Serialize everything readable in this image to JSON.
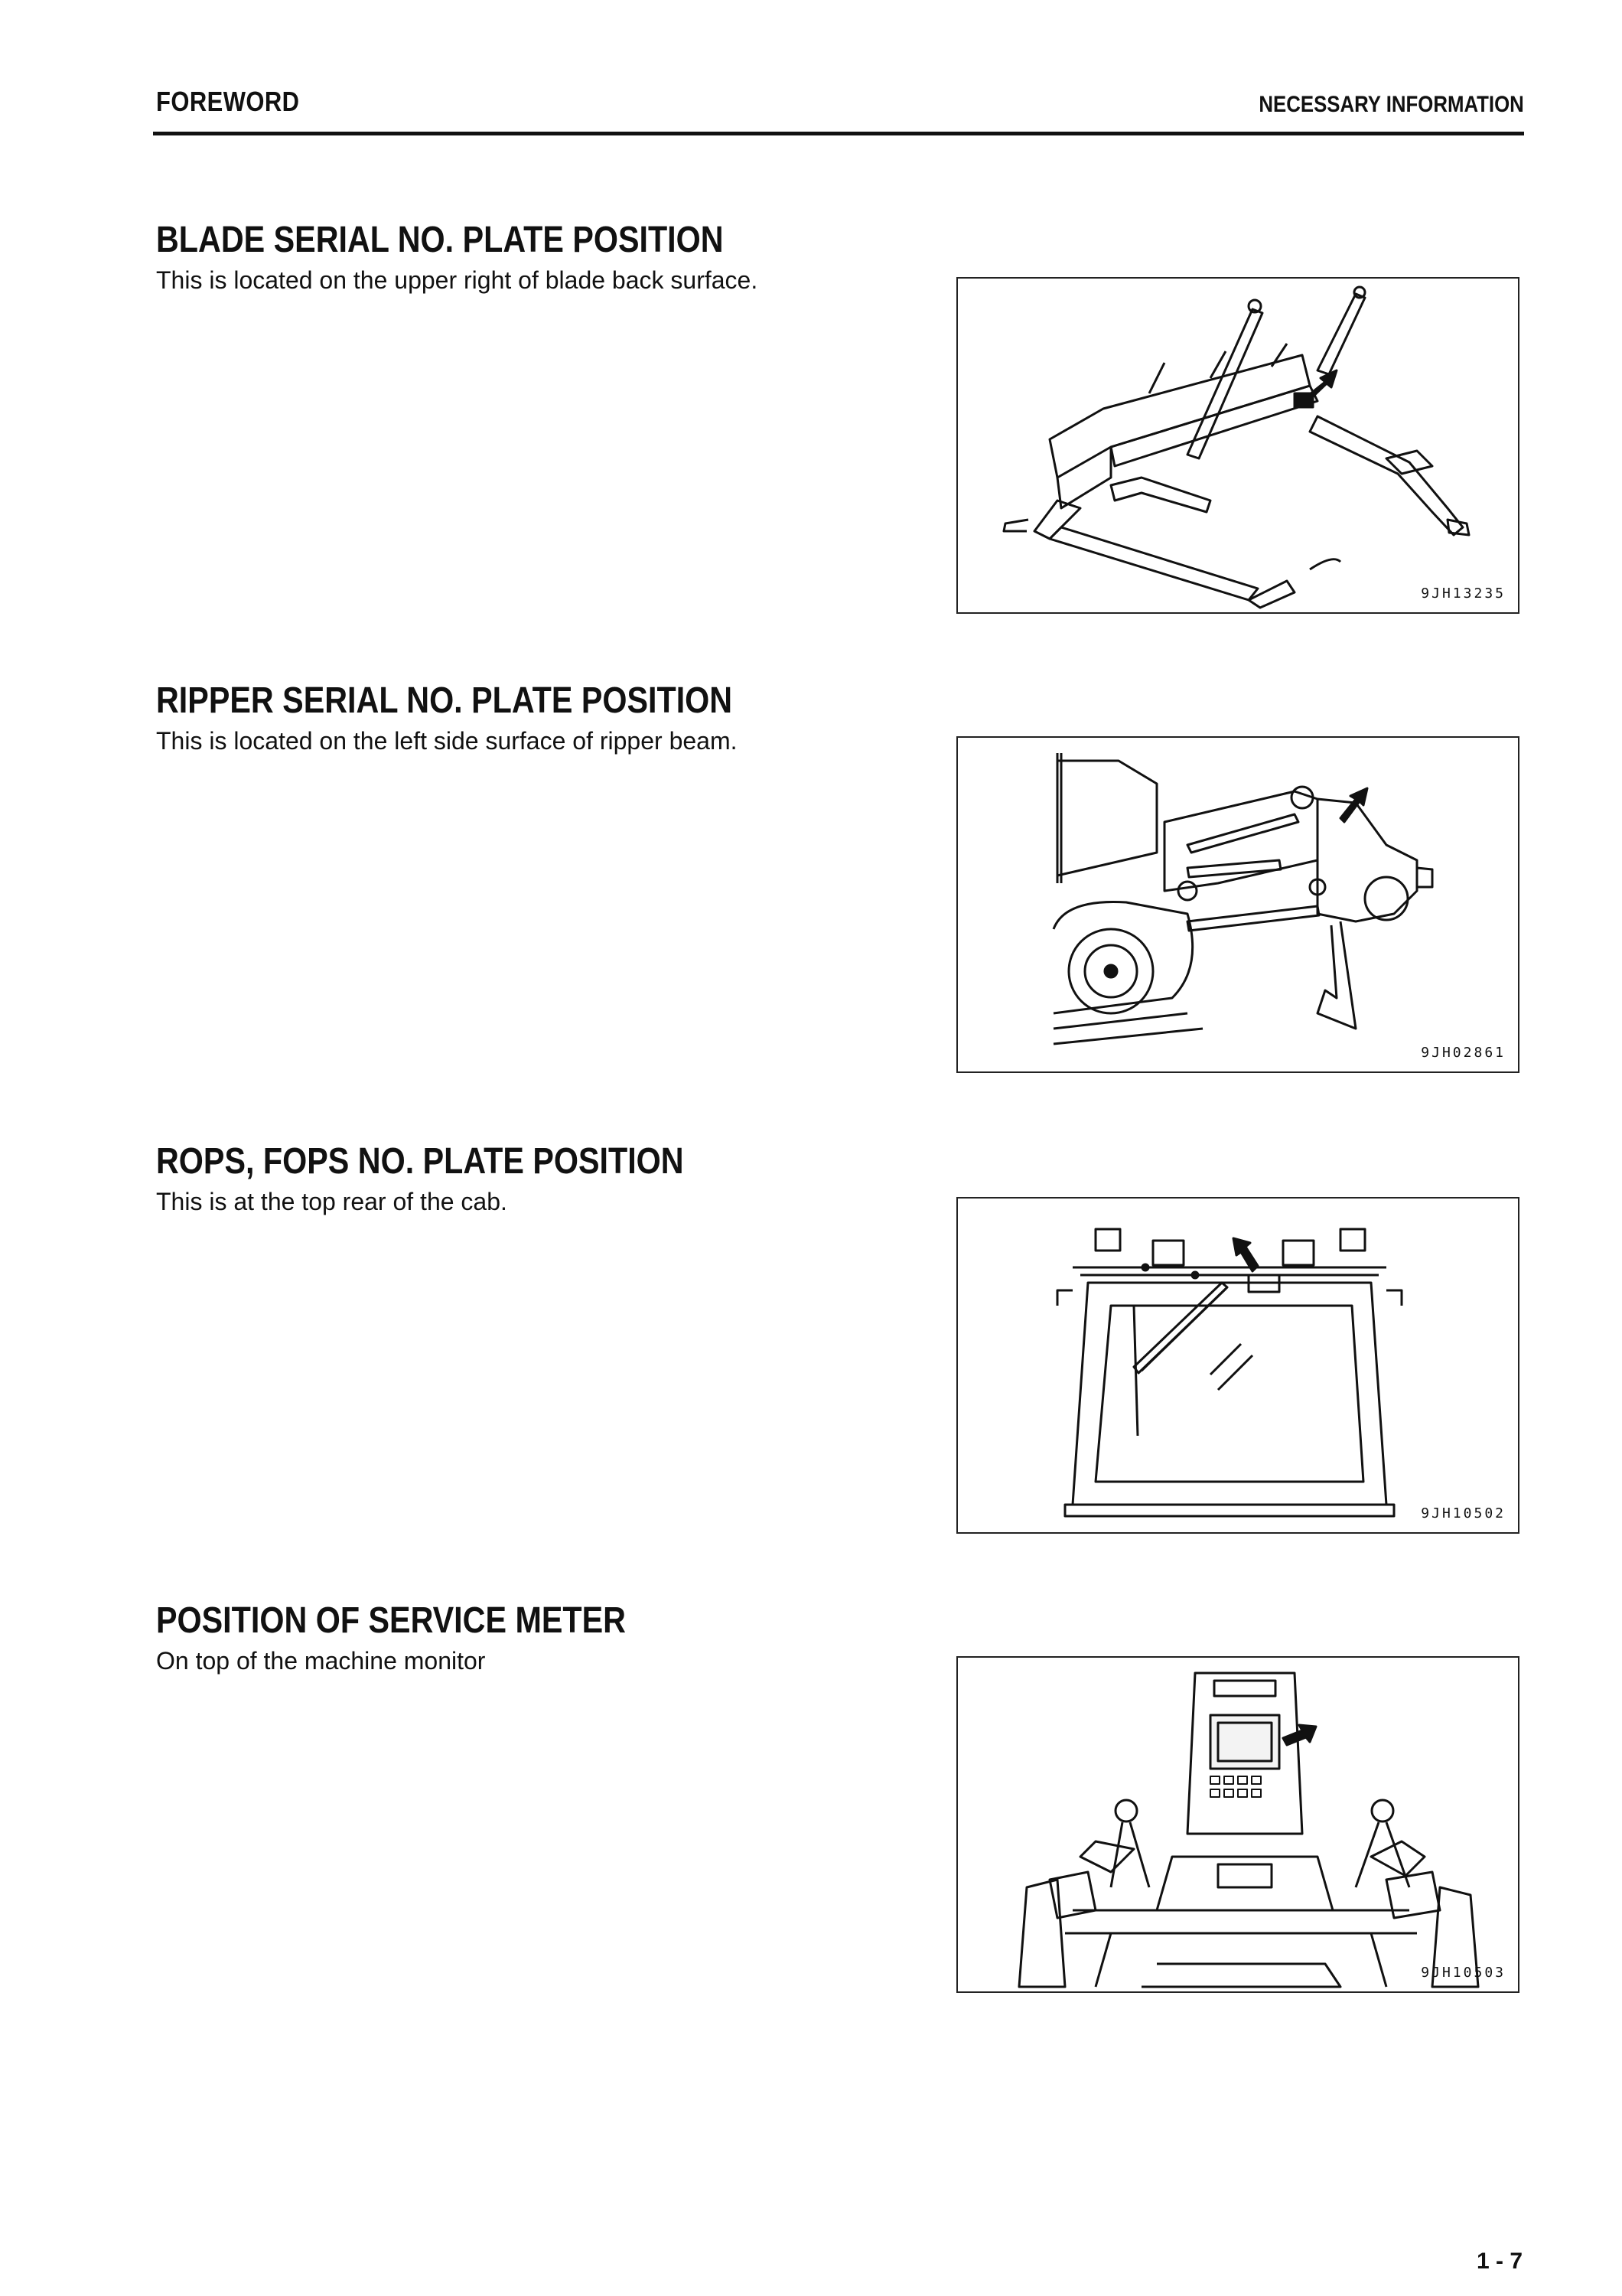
{
  "header": {
    "left": "FOREWORD",
    "right": "NECESSARY INFORMATION"
  },
  "sections": [
    {
      "title": "BLADE SERIAL NO. PLATE POSITION",
      "text": "This is located on the upper right of blade back surface.",
      "figure_code": "9JH13235",
      "figure_subject": "blade-illustration"
    },
    {
      "title": "RIPPER SERIAL NO. PLATE POSITION",
      "text": "This is located on the left side surface of ripper beam.",
      "figure_code": "9JH02861",
      "figure_subject": "ripper-illustration"
    },
    {
      "title": "ROPS, FOPS NO. PLATE POSITION",
      "text": "This is at the top rear of the cab.",
      "figure_code": "9JH10502",
      "figure_subject": "cab-rear-illustration"
    },
    {
      "title": "POSITION OF SERVICE METER",
      "text": "On top of the machine monitor",
      "figure_code": "9JH10503",
      "figure_subject": "machine-monitor-illustration"
    }
  ],
  "page_number": "1 - 7"
}
